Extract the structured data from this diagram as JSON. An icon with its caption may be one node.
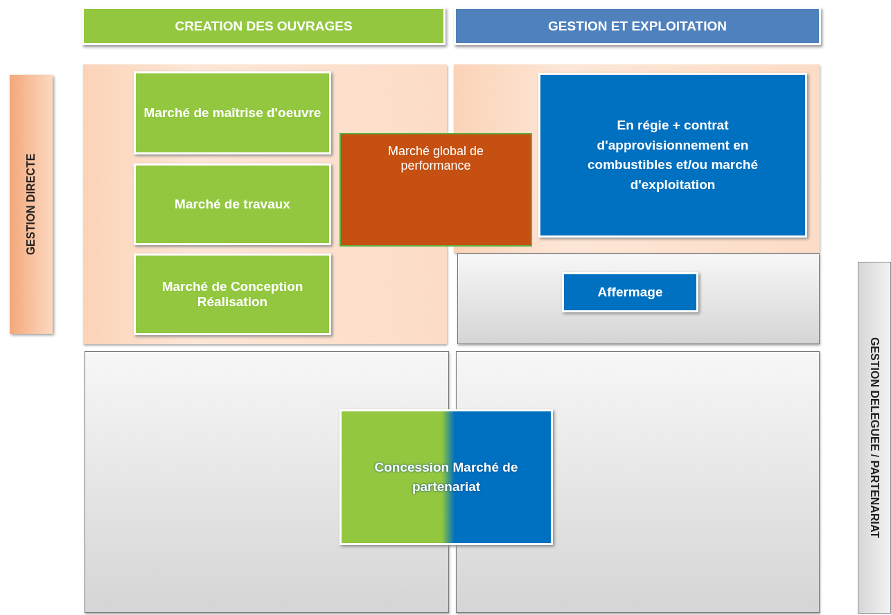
{
  "diagram": {
    "nodes": [
      {
        "text": [
          "CREATION DES OUVRAGES"
        ]
      },
      {
        "text": [
          "GESTION ET EXPLOITATION"
        ]
      },
      {
        "text": [
          "GESTION DIRECTE"
        ]
      },
      {
        "text": [
          "Marché de maîtrise d'oeuvre"
        ]
      },
      {
        "text": [
          "Marché de travaux"
        ]
      },
      {
        "text": [
          "Marché de Conception Réalisation"
        ]
      },
      {
        "text": [
          "En régie + contrat d'approvisionnement en combustibles et/ou marché d'exploitation"
        ]
      },
      {
        "text": [
          "Marché global de performance"
        ]
      },
      {
        "text": [
          "Affermage"
        ]
      },
      {
        "text": [
          "Concession Marché de partenariat"
        ]
      },
      {
        "text": [
          "GESTION DELEGUEE / PARTENARIAT"
        ]
      }
    ]
  }
}
